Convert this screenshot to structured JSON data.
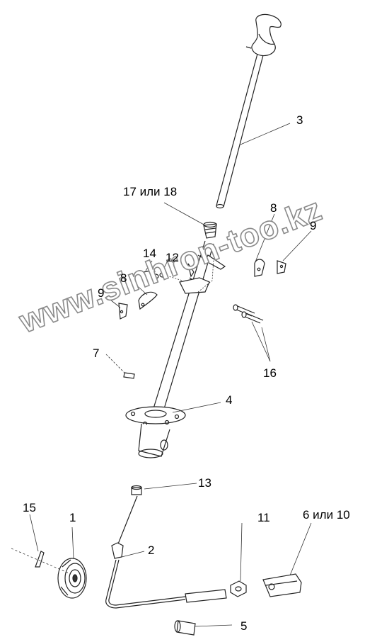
{
  "labels": {
    "l3": "3",
    "l17_18": "17 или 18",
    "l8a": "8",
    "l9a": "9",
    "l14": "14",
    "l12": "12",
    "l8b": "8",
    "l9b": "9",
    "l7": "7",
    "l16": "16",
    "l4": "4",
    "l13": "13",
    "l15": "15",
    "l1": "1",
    "l11": "11",
    "l6_10": "6 или 10",
    "l2": "2",
    "l5": "5"
  },
  "watermark": "www.sinhron-too.kz"
}
